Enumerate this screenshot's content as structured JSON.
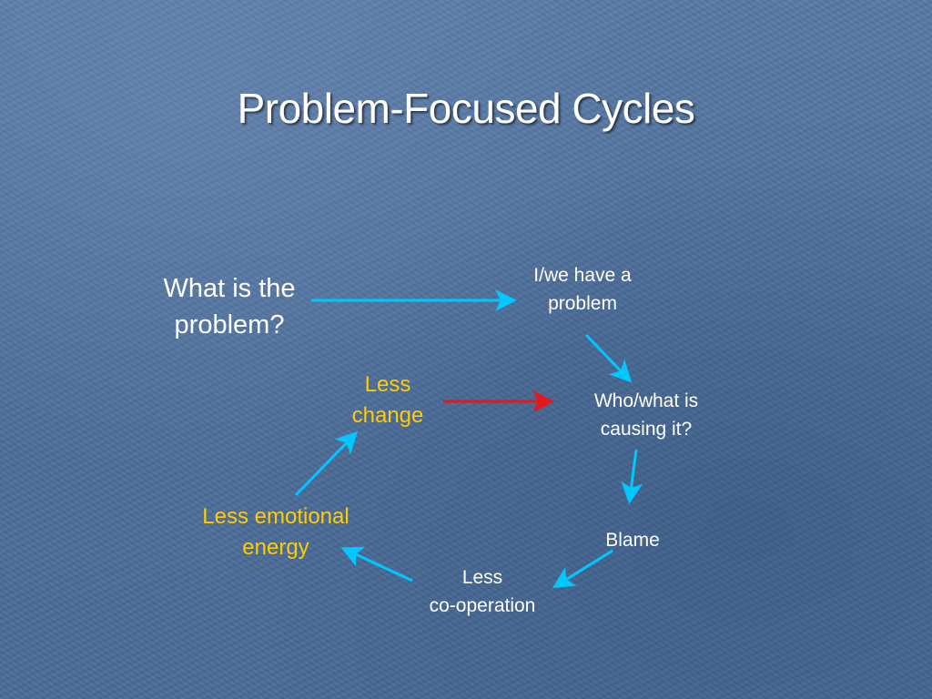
{
  "slide": {
    "title": "Problem-Focused Cycles"
  },
  "nodes": {
    "what_is_problem": {
      "line1": "What is the",
      "line2": "problem?"
    },
    "have_problem": {
      "line1": "I/we have a",
      "line2": "problem"
    },
    "who_causing": {
      "line1": "Who/what is",
      "line2": "causing it?"
    },
    "blame": {
      "label": "Blame"
    },
    "less_cooperation": {
      "line1": "Less",
      "line2": "co-operation"
    },
    "less_energy": {
      "line1": "Less emotional",
      "line2": "energy"
    },
    "less_change": {
      "line1": "Less",
      "line2": "change"
    }
  },
  "colors": {
    "text_primary": "#ffffff",
    "text_highlight": "#ffcc00",
    "arrow_cycle": "#00c8ff",
    "arrow_result": "#e8161b"
  }
}
